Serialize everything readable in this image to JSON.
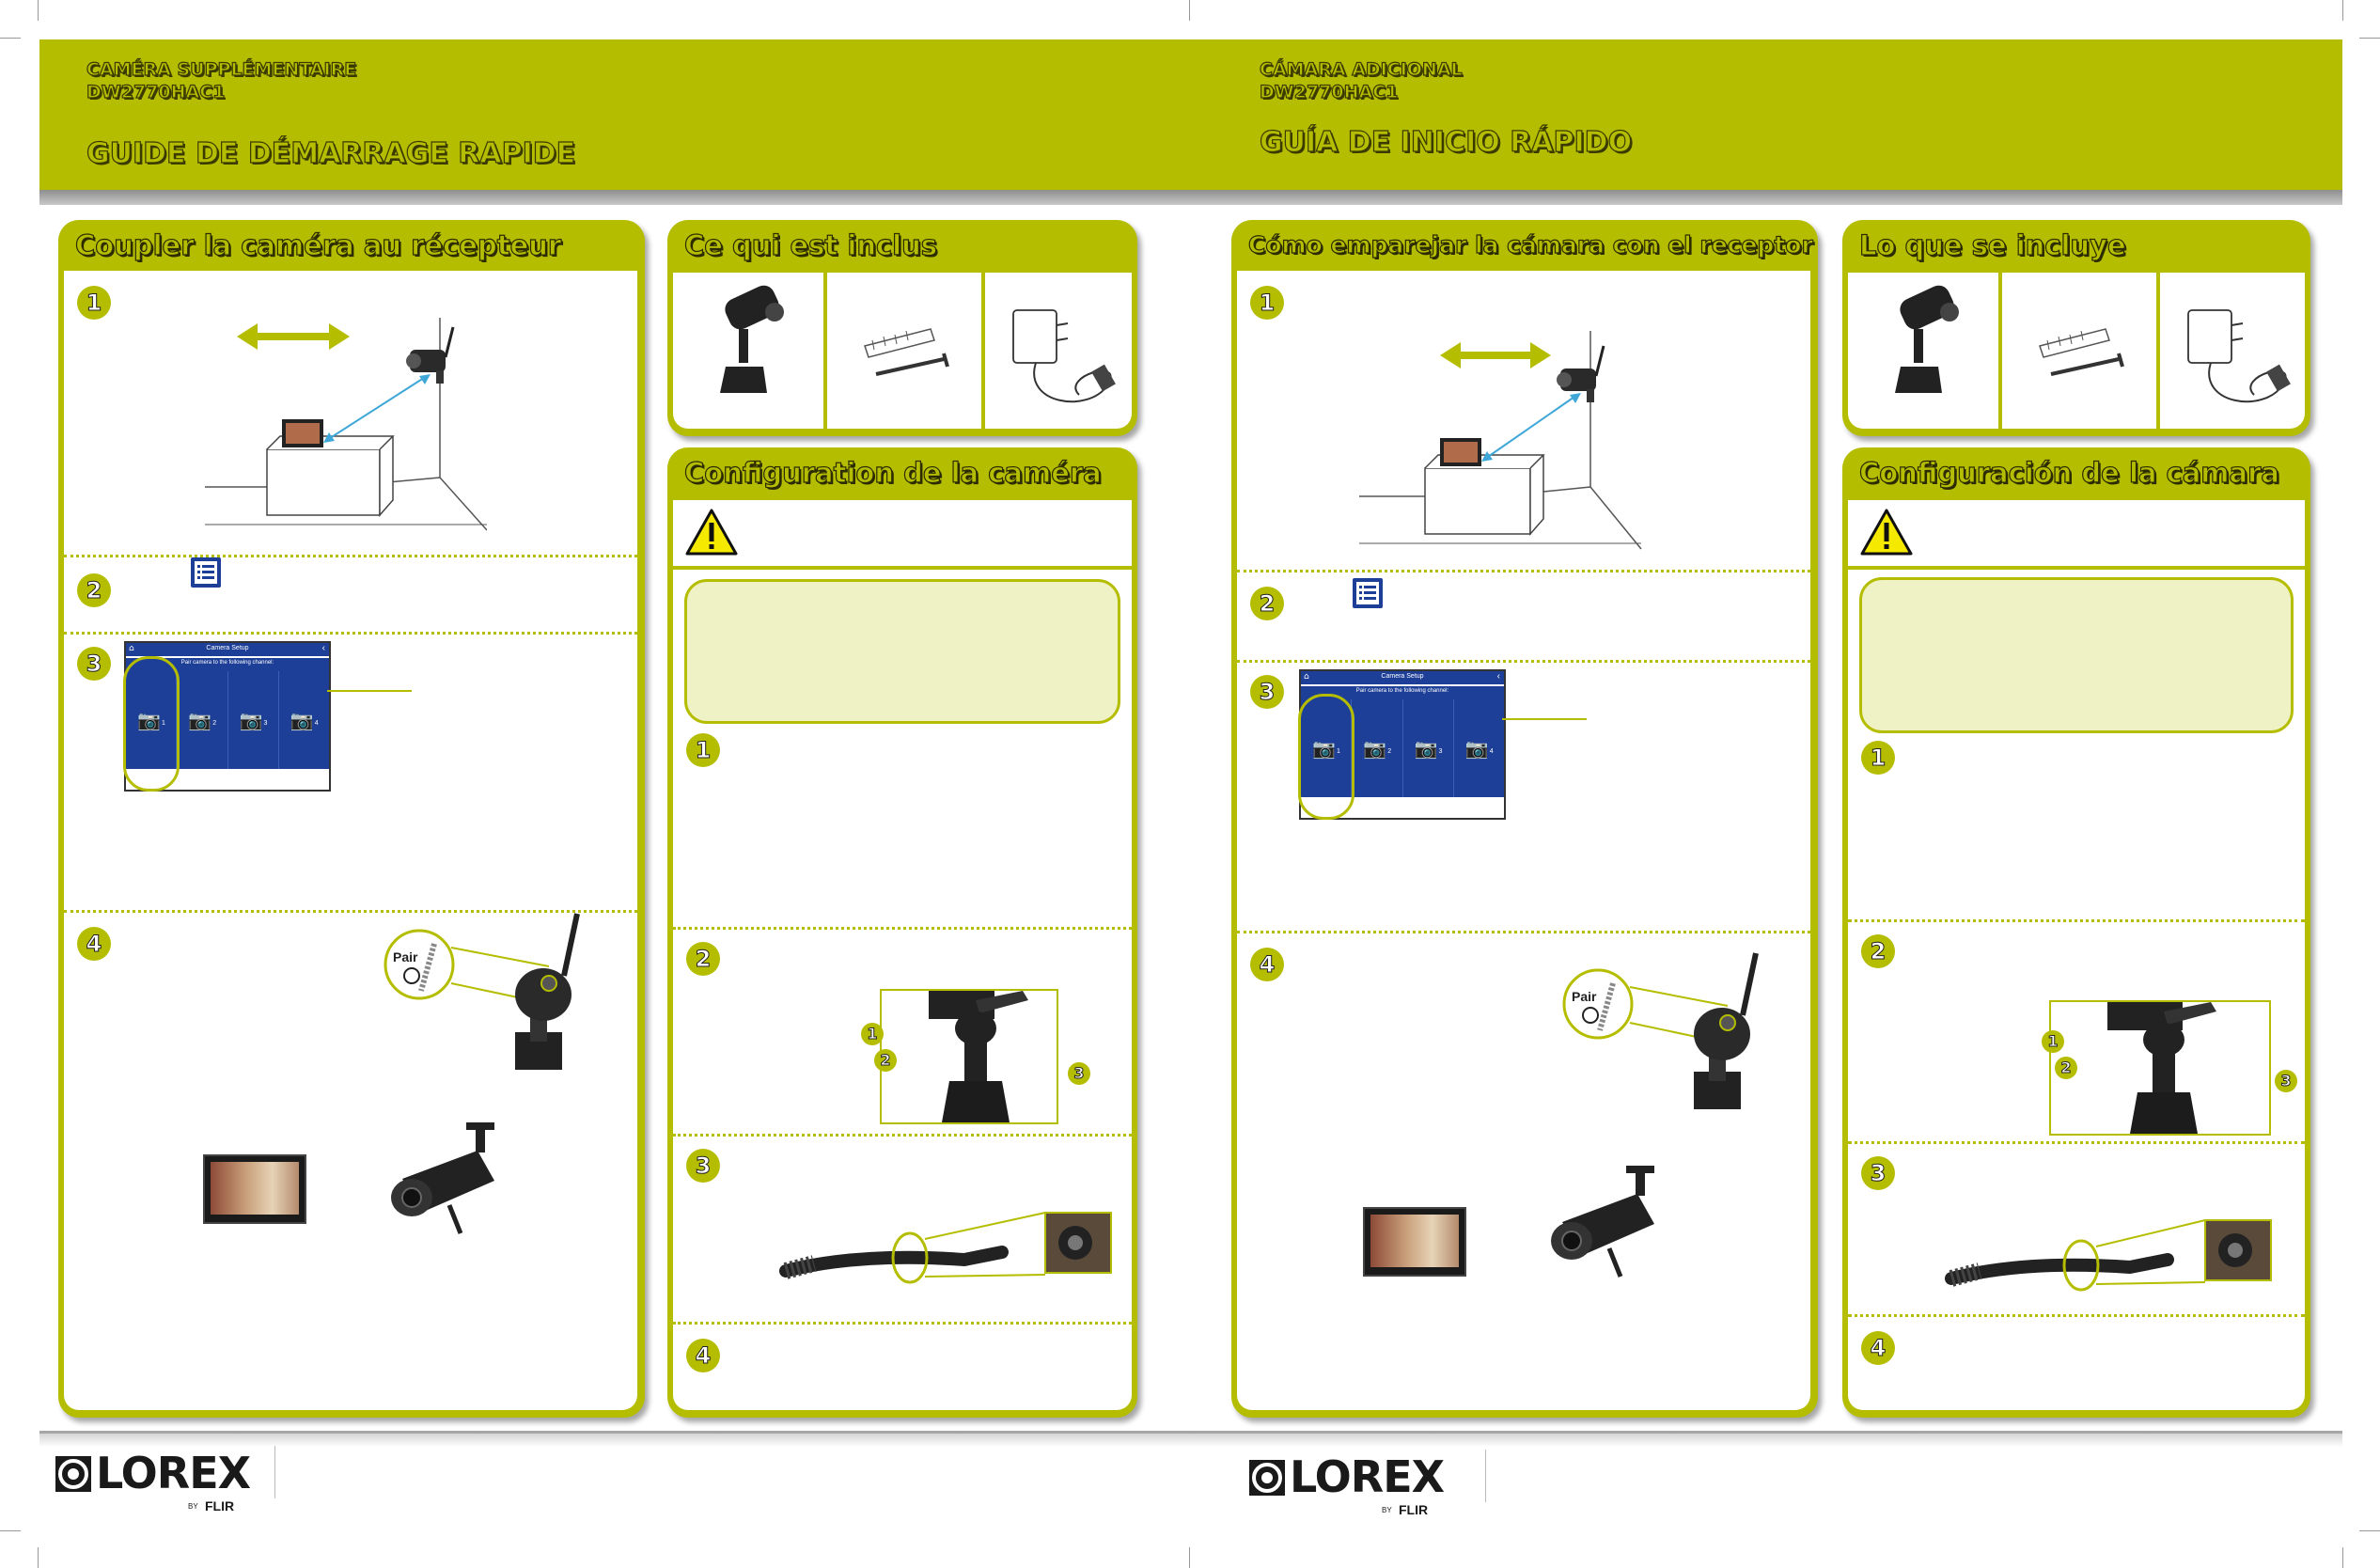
{
  "colors": {
    "accent": "#b5bd00",
    "screen_blue": "#1d3f97",
    "cable_blue": "#3fa7d8"
  },
  "french": {
    "product_type": "CAMÉRA SUPPLÉMENTAIRE",
    "model": "DW2770HAC1",
    "guide_title": "GUIDE DE DÉMARRAGE RAPIDE",
    "pair_title": "Coupler la caméra au récepteur",
    "included_title": "Ce qui est inclus",
    "setup_title": "Configuration de la caméra"
  },
  "spanish": {
    "product_type": "CÁMARA ADICIONAL",
    "model": "DW2770HAC1",
    "guide_title": "GUÍA DE INICIO RÁPIDO",
    "pair_title": "Cómo emparejar la cámara con el receptor",
    "included_title": "Lo que se incluye",
    "setup_title": "Configuración de la cámara"
  },
  "steps": [
    "1",
    "2",
    "3",
    "4"
  ],
  "callouts": [
    "1",
    "2",
    "3"
  ],
  "camera_setup_screen": {
    "title": "Camera Setup",
    "subtitle": "Pair camera to the following channel:",
    "channels": [
      "1",
      "2",
      "3",
      "4"
    ]
  },
  "pair_label": "Pair",
  "brand": {
    "name": "LOREX",
    "by": "BY",
    "parent": "FLIR"
  },
  "icons": [
    "warning-icon",
    "menu-list-icon",
    "camera-icon",
    "home-icon",
    "back-icon",
    "double-arrow-icon"
  ]
}
